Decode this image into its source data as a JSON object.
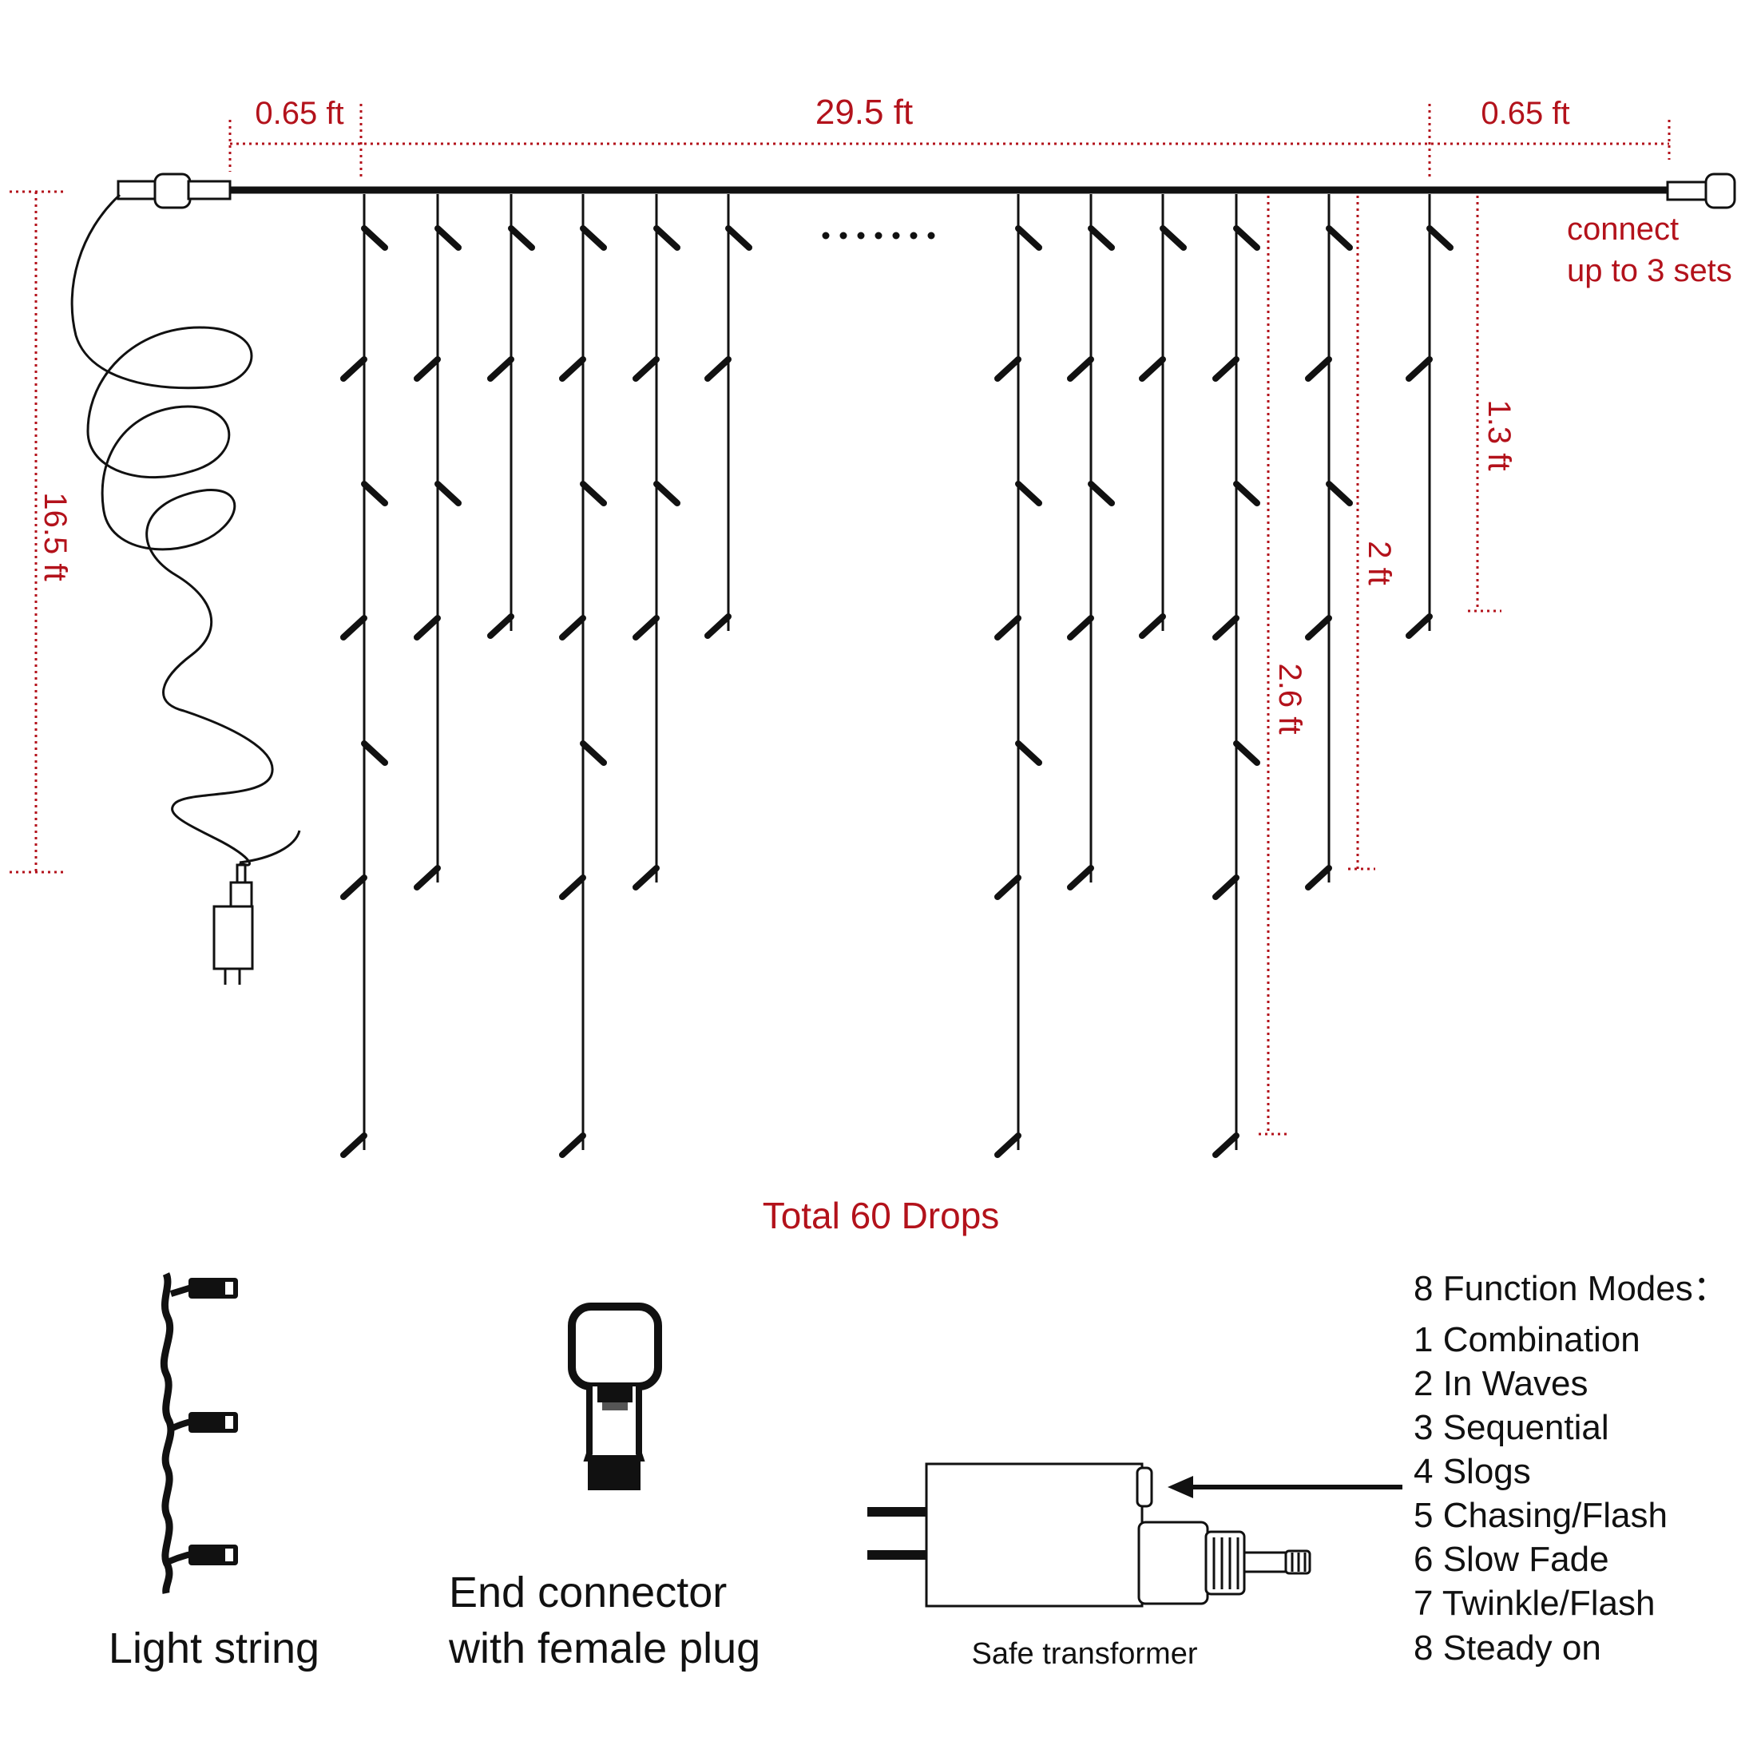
{
  "dimensions": {
    "left_lead": "0.65 ft",
    "main_length": "29.5 ft",
    "right_lead": "0.65 ft",
    "cord_length": "16.5 ft",
    "drop_short": "1.3 ft",
    "drop_medium": "2 ft",
    "drop_long": "2.6 ft"
  },
  "labels": {
    "connect_line1": "connect",
    "connect_line2": "up to 3 sets",
    "total_drops": "Total 60 Drops",
    "light_string": "Light string",
    "end_connector_line1": "End connector",
    "end_connector_line2": "with female plug",
    "safe_transformer": "Safe transformer"
  },
  "function_modes": {
    "title": "8 Function Modes：",
    "items": [
      "1 Combination",
      "2 In Waves",
      "3 Sequential",
      "4 Slogs",
      "5 Chasing/Flash",
      "6 Slow Fade",
      "7 Twinkle/Flash",
      "8 Steady on"
    ]
  },
  "colors": {
    "annotation": "#b3121b",
    "line": "#111111"
  }
}
